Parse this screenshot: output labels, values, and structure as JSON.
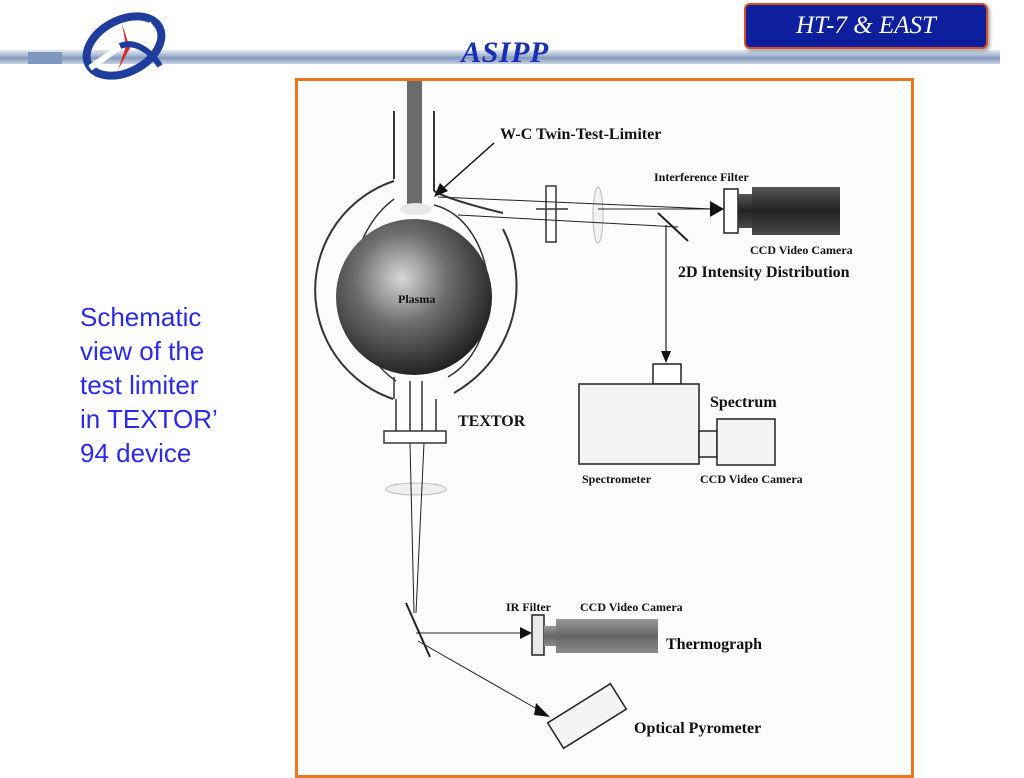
{
  "header": {
    "title": "ASIPP",
    "badge": "HT-7 & EAST"
  },
  "caption": {
    "lines": [
      "Schematic",
      "view of the",
      "test limiter",
      "in TEXTOR’",
      "94 device"
    ]
  },
  "diagram": {
    "labels": {
      "limiter": "W-C Twin-Test-Limiter",
      "interference_filter": "Interference Filter",
      "ccd_camera_top": "CCD Video Camera",
      "intensity": "2D Intensity Distribution",
      "plasma": "Plasma",
      "spectrum": "Spectrum",
      "textor": "TEXTOR",
      "spectrometer": "Spectrometer",
      "ccd_camera_mid": "CCD Video Camera",
      "ir_filter": "IR Filter",
      "ccd_camera_bottom": "CCD Video Camera",
      "thermograph": "Thermograph",
      "pyrometer": "Optical Pyrometer"
    }
  },
  "colors": {
    "title": "#1b2fb5",
    "badge_bg": "#0d1f9c",
    "badge_border": "#d54f22",
    "caption": "#2a2ae8",
    "frame_border": "#e87722"
  }
}
